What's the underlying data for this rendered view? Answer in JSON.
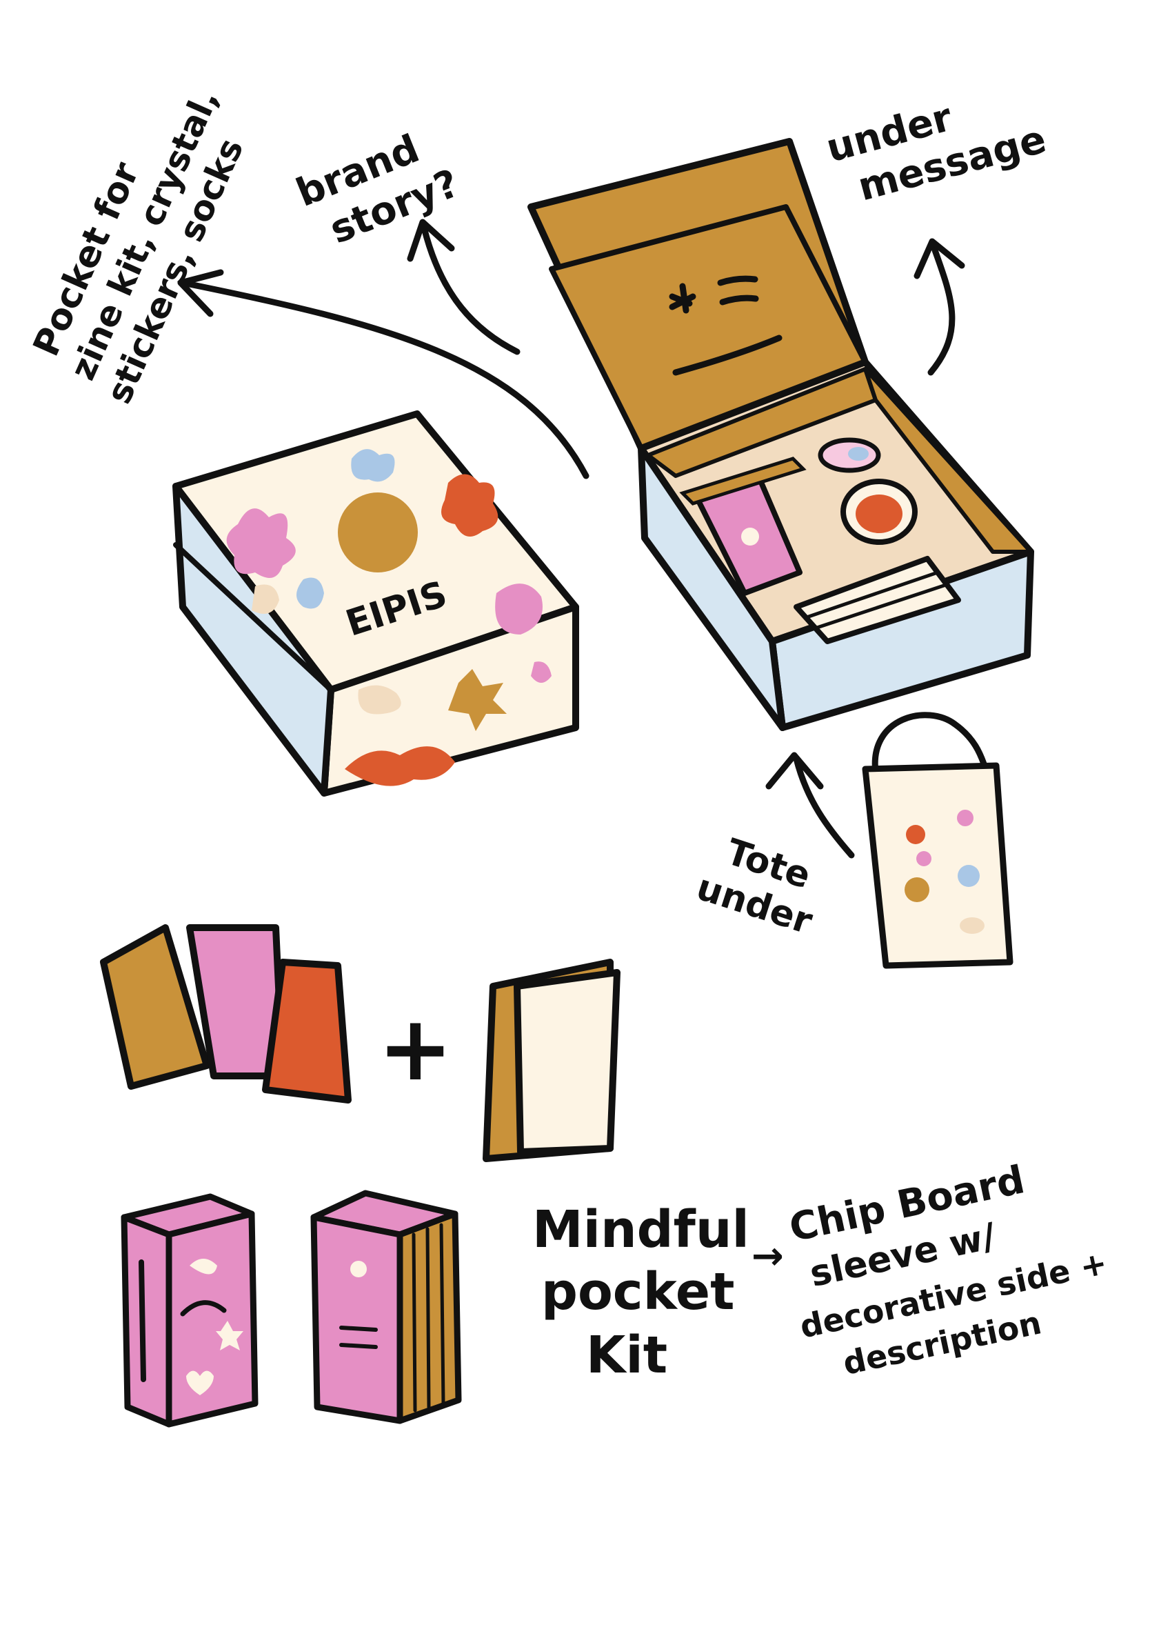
{
  "annotations": {
    "pocket_note": [
      "Pocket for",
      "zine kit, crystal,",
      "stickers, socks"
    ],
    "brand_story": [
      "brand",
      "story?"
    ],
    "under_message": [
      "under",
      "message"
    ],
    "tote_under": [
      "Tote",
      "under"
    ],
    "box_logo": "EIPIS",
    "plus_sign": "+",
    "kit_title": [
      "Mindful",
      "pocket",
      "Kit"
    ],
    "arrow_glyph": "→",
    "sleeve_note": [
      "Chip Board",
      "sleeve w/",
      "decorative side +",
      "description"
    ]
  },
  "colors": {
    "ink": "#111111",
    "mustard": "#c9923a",
    "pink": "#e58fc4",
    "orange": "#dc5a2e",
    "cream": "#fdf4e4",
    "light_blue": "#d6e6f2",
    "tan": "#f2dcc0"
  }
}
